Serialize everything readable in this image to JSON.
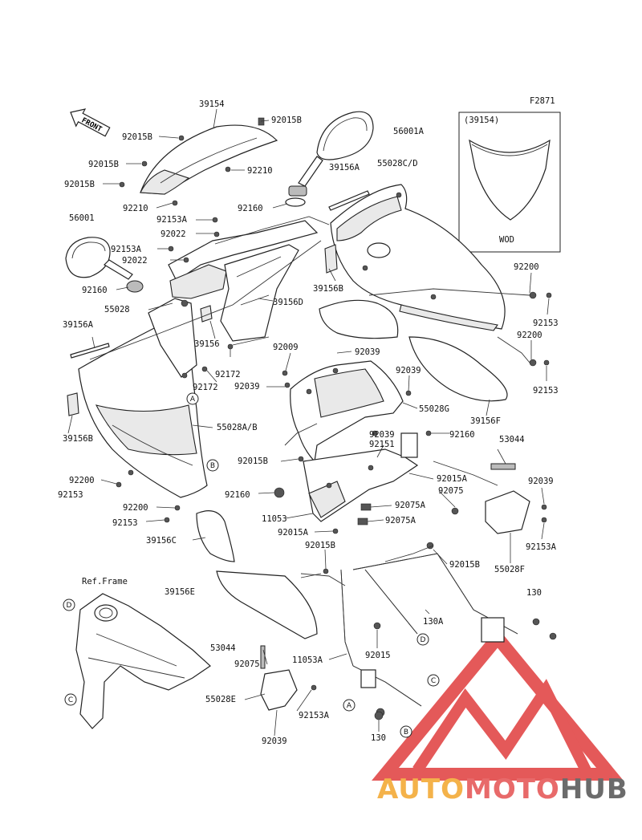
{
  "diagram": {
    "figure_code": "F2871",
    "front_arrow_label": "FRONT",
    "ref_frame_label": "Ref.Frame",
    "inset": {
      "part_ref": "(39154)",
      "caption": "WOD"
    },
    "callouts": {
      "A": "A",
      "B": "B",
      "C": "C",
      "D": "D"
    },
    "labels": {
      "l_39154": "39154",
      "l_92015B_top_right": "92015B",
      "l_92015B_1": "92015B",
      "l_92015B_2": "92015B",
      "l_92015B_3": "92015B",
      "l_92210_1": "92210",
      "l_92210_2": "92210",
      "l_56001A": "56001A",
      "l_39156A_1": "39156A",
      "l_55028CD": "55028C/D",
      "l_92160_1": "92160",
      "l_56001": "56001",
      "l_92153A_1": "92153A",
      "l_92022_1": "92022",
      "l_92153A_2": "92153A",
      "l_92022_2": "92022",
      "l_92160_2": "92160",
      "l_55028": "55028",
      "l_39156D": "39156D",
      "l_39156B_1": "39156B",
      "l_92200_1": "92200",
      "l_92153_1": "92153",
      "l_92200_2": "92200",
      "l_92153_2": "92153",
      "l_39156A_2": "39156A",
      "l_39156": "39156",
      "l_92009": "92009",
      "l_92039_1": "92039",
      "l_92172_1": "92172",
      "l_92039_2": "92039",
      "l_92039_3": "92039",
      "l_92172_2": "92172",
      "l_55028G": "55028G",
      "l_39156B_2": "39156B",
      "l_55028AB": "55028A/B",
      "l_39156F": "39156F",
      "l_92039_4": "92039",
      "l_92160_3": "92160",
      "l_92151": "92151",
      "l_53044_1": "53044",
      "l_92015B_4": "92015B",
      "l_92200_3": "92200",
      "l_92015A_1": "92015A",
      "l_92153_3": "92153",
      "l_92075_1": "92075",
      "l_92039_5": "92039",
      "l_92160_4": "92160",
      "l_92075A_1": "92075A",
      "l_92200_4": "92200",
      "l_11053": "11053",
      "l_92075A_2": "92075A",
      "l_92153A_3": "92153A",
      "l_92153_4": "92153",
      "l_92015A_2": "92015A",
      "l_39156C": "39156C",
      "l_92015B_5": "92015B",
      "l_92015B_6": "92015B",
      "l_55028F": "55028F",
      "l_39156E": "39156E",
      "l_130_1": "130",
      "l_130A": "130A",
      "l_53044_2": "53044",
      "l_92015": "92015",
      "l_92075_2": "92075",
      "l_11053A": "11053A",
      "l_55028E": "55028E",
      "l_92153A_4": "92153A",
      "l_92039_6": "92039",
      "l_130_2": "130"
    }
  },
  "watermark": {
    "part1": "AUTO",
    "part2": "MOTO",
    "part3": "HUB",
    "color_auto": "#f4b24a",
    "color_moto": "#e86a6a",
    "color_hub": "#6b6b6b",
    "logo_color": "#e24848"
  }
}
